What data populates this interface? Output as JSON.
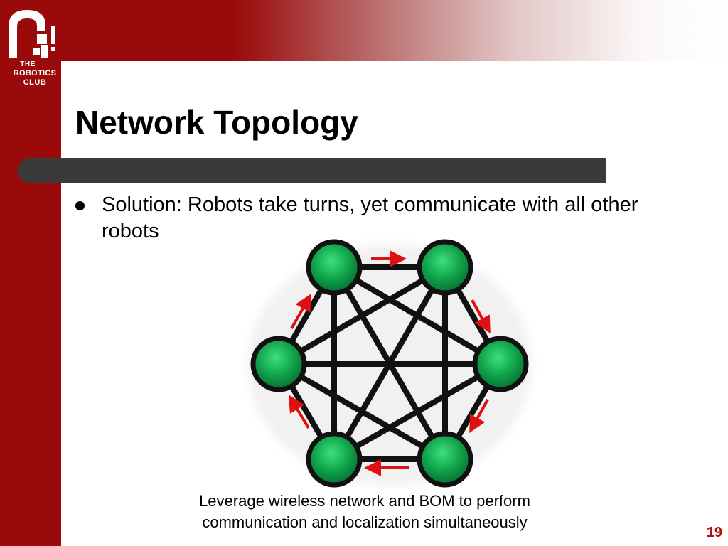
{
  "logo": {
    "line1": "THE",
    "line2": "ROBOTICS",
    "line3": "CLUB"
  },
  "slide": {
    "title": "Network Topology",
    "bullet": "Solution: Robots take turns, yet communicate with all other robots",
    "caption_line1": "Leverage wireless network and BOM to perform",
    "caption_line2": "communication and localization simultaneously",
    "number": "19"
  },
  "colors": {
    "brand_red": "#9a0a0a",
    "node_green": "#0fa14a",
    "arrow_red": "#e01010",
    "rule_gray": "#3a3a3a",
    "slide_number": "#b01010"
  }
}
